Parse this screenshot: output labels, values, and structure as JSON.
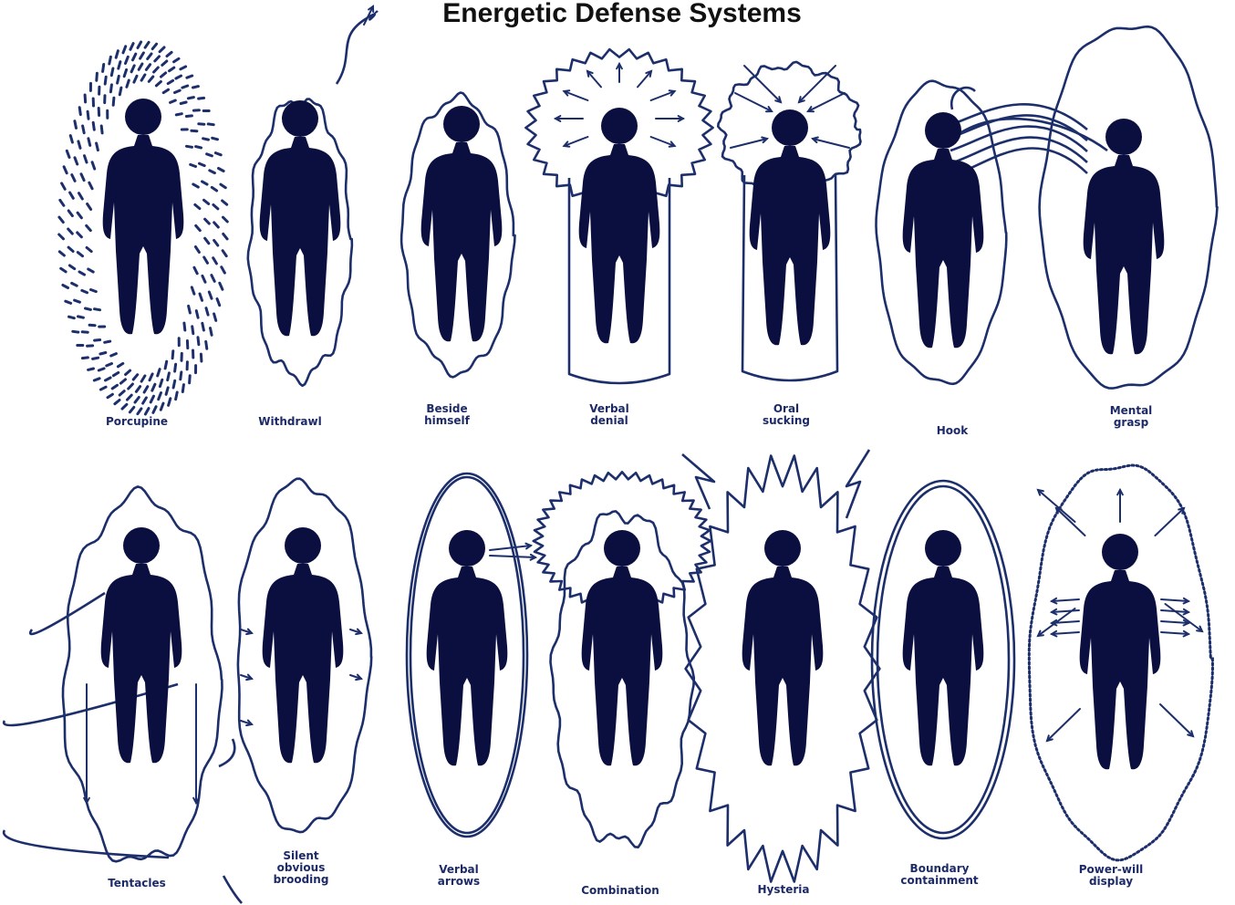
{
  "title": "Energetic Defense Systems",
  "colors": {
    "figure": "#0b0f3f",
    "outline": "#1d2f6b",
    "label": "#1c2a68",
    "background": "#ffffff"
  },
  "panels": [
    {
      "id": "porcupine",
      "label": [
        "Porcupine"
      ]
    },
    {
      "id": "withdrawl",
      "label": [
        "Withdrawl"
      ]
    },
    {
      "id": "beside-himself",
      "label": [
        "Beside",
        "himself"
      ]
    },
    {
      "id": "verbal-denial",
      "label": [
        "Verbal",
        "denial"
      ]
    },
    {
      "id": "oral-sucking",
      "label": [
        "Oral",
        "sucking"
      ]
    },
    {
      "id": "hook",
      "label": [
        "Hook"
      ]
    },
    {
      "id": "mental-grasp",
      "label": [
        "Mental",
        "grasp"
      ]
    },
    {
      "id": "tentacles",
      "label": [
        "Tentacles"
      ]
    },
    {
      "id": "silent-obvious-brooding",
      "label": [
        "Silent",
        "obvious",
        "brooding"
      ]
    },
    {
      "id": "verbal-arrows",
      "label": [
        "Verbal",
        "arrows"
      ]
    },
    {
      "id": "combination",
      "label": [
        "Combination"
      ]
    },
    {
      "id": "hysteria",
      "label": [
        "Hysteria"
      ]
    },
    {
      "id": "boundary-containment",
      "label": [
        "Boundary",
        "containment"
      ]
    },
    {
      "id": "power-will-display",
      "label": [
        "Power-will",
        "display"
      ]
    }
  ]
}
